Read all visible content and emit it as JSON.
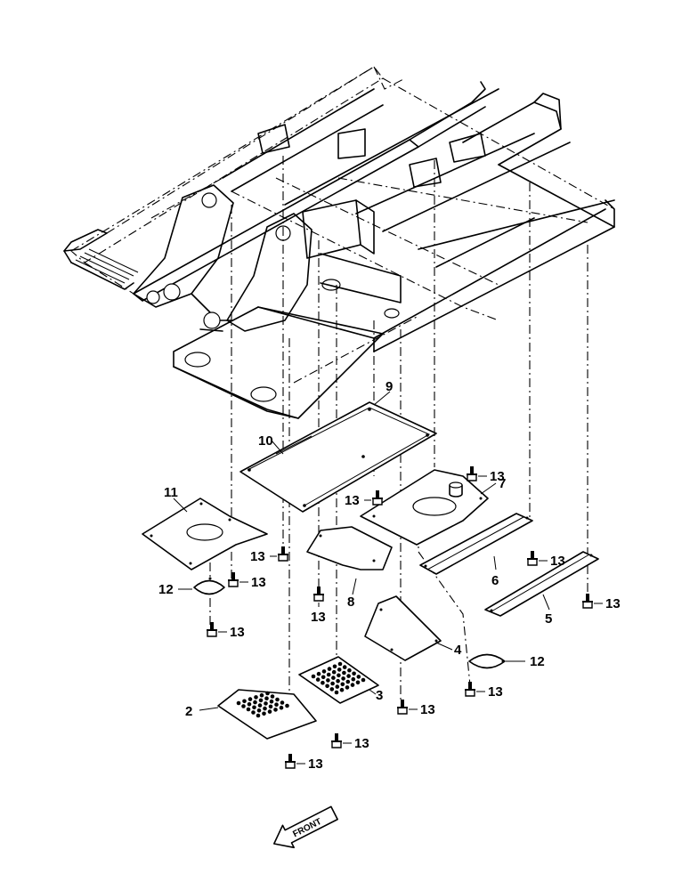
{
  "callouts": [
    {
      "id": "c9",
      "text": "9"
    },
    {
      "id": "c10",
      "text": "10"
    },
    {
      "id": "c11",
      "text": "11"
    },
    {
      "id": "c7",
      "text": "7"
    },
    {
      "id": "c6",
      "text": "6"
    },
    {
      "id": "c5",
      "text": "5"
    },
    {
      "id": "c8",
      "text": "8"
    },
    {
      "id": "c4",
      "text": "4"
    },
    {
      "id": "c3",
      "text": "3"
    },
    {
      "id": "c2",
      "text": "2"
    },
    {
      "id": "c12a",
      "text": "12"
    },
    {
      "id": "c12b",
      "text": "12"
    }
  ],
  "bolt_label": "13",
  "front_arrow_label": "FRONT"
}
